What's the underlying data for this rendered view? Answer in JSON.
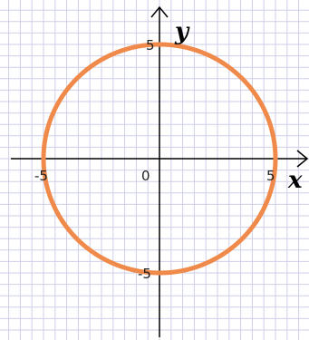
{
  "chart_data": {
    "type": "line",
    "title": "",
    "xlabel": "x",
    "ylabel": "y",
    "xlim": [
      -6.5,
      6.5
    ],
    "ylim": [
      -7.5,
      6.5
    ],
    "grid": true,
    "grid_step": 0.5,
    "major_ticks": {
      "x": [
        {
          "value": -5,
          "label": "-5"
        },
        {
          "value": 0,
          "label": "0"
        },
        {
          "value": 5,
          "label": "5"
        }
      ],
      "y": [
        {
          "value": 5,
          "label": "5"
        },
        {
          "value": -5,
          "label": "-5"
        }
      ]
    },
    "series": [
      {
        "shape": "circle",
        "center": [
          0,
          0
        ],
        "radius": 5,
        "equation": "x^2 + y^2 = 25",
        "color": "#f08a4b"
      }
    ]
  },
  "colors": {
    "grid": "#cfcfea",
    "axis": "#000000",
    "curve": "#f08a4b"
  }
}
